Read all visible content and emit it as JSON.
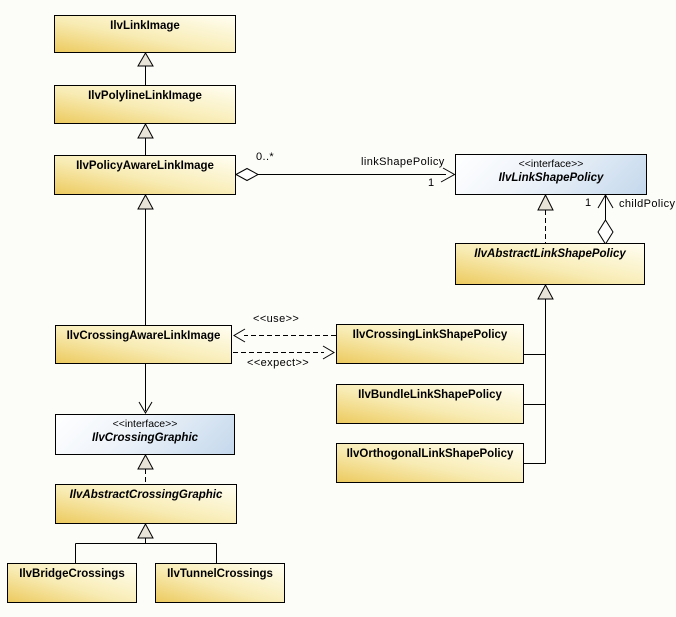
{
  "diagram": {
    "kind": "uml-class-diagram",
    "colors": {
      "class_gradient_start": "#ecca5f",
      "class_gradient_end": "#fffef2",
      "interface_gradient_start": "#ffffff",
      "interface_gradient_end": "#c4d8ec",
      "line": "#000000",
      "triangle_fill": "#e8e4d8",
      "background": "#fcfcf9"
    }
  },
  "classes": {
    "linkImage": {
      "name": "IlvLinkImage"
    },
    "polylineLinkImage": {
      "name": "IlvPolylineLinkImage"
    },
    "policyAwareLinkImage": {
      "name": "IlvPolicyAwareLinkImage"
    },
    "linkShapePolicy": {
      "stereotype": "<<interface>>",
      "name": "IlvLinkShapePolicy"
    },
    "abstractLinkShapePolicy": {
      "name": "IlvAbstractLinkShapePolicy"
    },
    "crossingAwareLinkImage": {
      "name": "IlvCrossingAwareLinkImage"
    },
    "crossingLinkShapePolicy": {
      "name": "IlvCrossingLinkShapePolicy"
    },
    "bundleLinkShapePolicy": {
      "name": "IlvBundleLinkShapePolicy"
    },
    "orthogonalLinkShapePolicy": {
      "name": "IlvOrthogonalLinkShapePolicy"
    },
    "crossingGraphic": {
      "stereotype": "<<interface>>",
      "name": "IlvCrossingGraphic"
    },
    "abstractCrossingGraphic": {
      "name": "IlvAbstractCrossingGraphic"
    },
    "bridgeCrossings": {
      "name": "IlvBridgeCrossings"
    },
    "tunnelCrossings": {
      "name": "IlvTunnelCrossings"
    }
  },
  "edges": [
    {
      "type": "generalization",
      "from": "IlvPolylineLinkImage",
      "to": "IlvLinkImage"
    },
    {
      "type": "generalization",
      "from": "IlvPolicyAwareLinkImage",
      "to": "IlvPolylineLinkImage"
    },
    {
      "type": "generalization",
      "from": "IlvCrossingAwareLinkImage",
      "to": "IlvPolicyAwareLinkImage"
    },
    {
      "type": "aggregation",
      "from": "IlvPolicyAwareLinkImage",
      "to": "IlvLinkShapePolicy",
      "label": "linkShapePolicy",
      "source_multiplicity": "0..*",
      "target_multiplicity": "1"
    },
    {
      "type": "realization",
      "from": "IlvAbstractLinkShapePolicy",
      "to": "IlvLinkShapePolicy"
    },
    {
      "type": "aggregation",
      "from": "IlvAbstractLinkShapePolicy",
      "to": "IlvLinkShapePolicy",
      "label": "childPolicy",
      "target_multiplicity": "1"
    },
    {
      "type": "dependency",
      "from": "IlvCrossingLinkShapePolicy",
      "to": "IlvCrossingAwareLinkImage",
      "label": "<<use>>"
    },
    {
      "type": "dependency",
      "from": "IlvCrossingAwareLinkImage",
      "to": "IlvCrossingLinkShapePolicy",
      "label": "<<expect>>"
    },
    {
      "type": "association",
      "from": "IlvCrossingAwareLinkImage",
      "to": "IlvCrossingGraphic"
    },
    {
      "type": "realization",
      "from": "IlvAbstractCrossingGraphic",
      "to": "IlvCrossingGraphic"
    },
    {
      "type": "generalization",
      "from": "IlvCrossingLinkShapePolicy",
      "to": "IlvAbstractLinkShapePolicy"
    },
    {
      "type": "generalization",
      "from": "IlvBundleLinkShapePolicy",
      "to": "IlvAbstractLinkShapePolicy"
    },
    {
      "type": "generalization",
      "from": "IlvOrthogonalLinkShapePolicy",
      "to": "IlvAbstractLinkShapePolicy"
    },
    {
      "type": "generalization",
      "from": "IlvBridgeCrossings",
      "to": "IlvAbstractCrossingGraphic"
    },
    {
      "type": "generalization",
      "from": "IlvTunnelCrossings",
      "to": "IlvAbstractCrossingGraphic"
    }
  ]
}
